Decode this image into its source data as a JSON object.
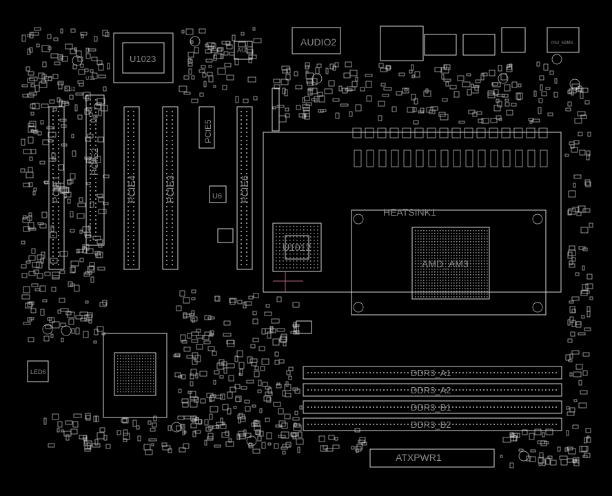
{
  "board": {
    "labels": {
      "u1023": "U1023",
      "au1": "AU1",
      "audio2": "AUDIO2",
      "u11": "U11",
      "su2": "SU2",
      "pcie1": "PCIE1",
      "pcie2": "PCIE2",
      "pcie3": "PCIE3",
      "pcie4": "PCIE4",
      "pcie5": "PCIE5",
      "pcie6": "PCIE6",
      "u6": "U6",
      "u1012": "U1012",
      "heatsink1": "HEATSINK1",
      "amd_am3": "AMD_AM3",
      "led6": "LED6",
      "ddr3_a1": "DDR3_A1",
      "ddr3_a2": "DDR3_A2",
      "ddr3_b1": "DDR3_B1",
      "ddr3_b2": "DDR3_B2",
      "atxpwr1": "ATXPWR1",
      "ps2_kbms": "PS2_KBMS"
    },
    "colors": {
      "background": "#000000",
      "outline": "#d8d8d8",
      "label": "#8a8a8a",
      "accent": "#c06080"
    }
  }
}
